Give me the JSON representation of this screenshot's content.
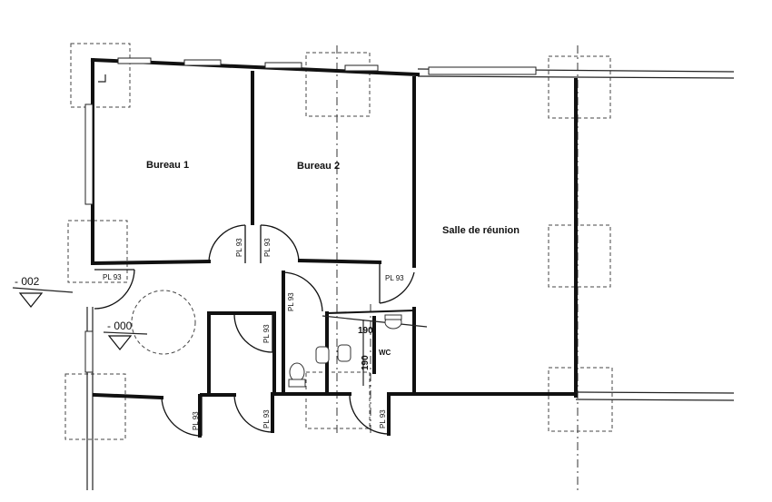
{
  "rooms": {
    "bureau_1": "Bureau 1",
    "bureau_2": "Bureau 2",
    "salle_reunion": "Salle de réunion",
    "wc": "WC"
  },
  "doors": {
    "door_b1": "PL 93",
    "door_b2": "PL 93",
    "door_west": "PL 93",
    "door_reunion": "PL 93",
    "door_corridor": "PL 93",
    "door_storage": "PL 93",
    "door_south_1": "PL 93",
    "door_south_2": "PL 93",
    "door_south_3": "PL 93"
  },
  "dimensions": {
    "wc_width": "190",
    "wc_depth": "190"
  },
  "levels": {
    "level_upper": "- 002",
    "level_lower": "- 000"
  }
}
